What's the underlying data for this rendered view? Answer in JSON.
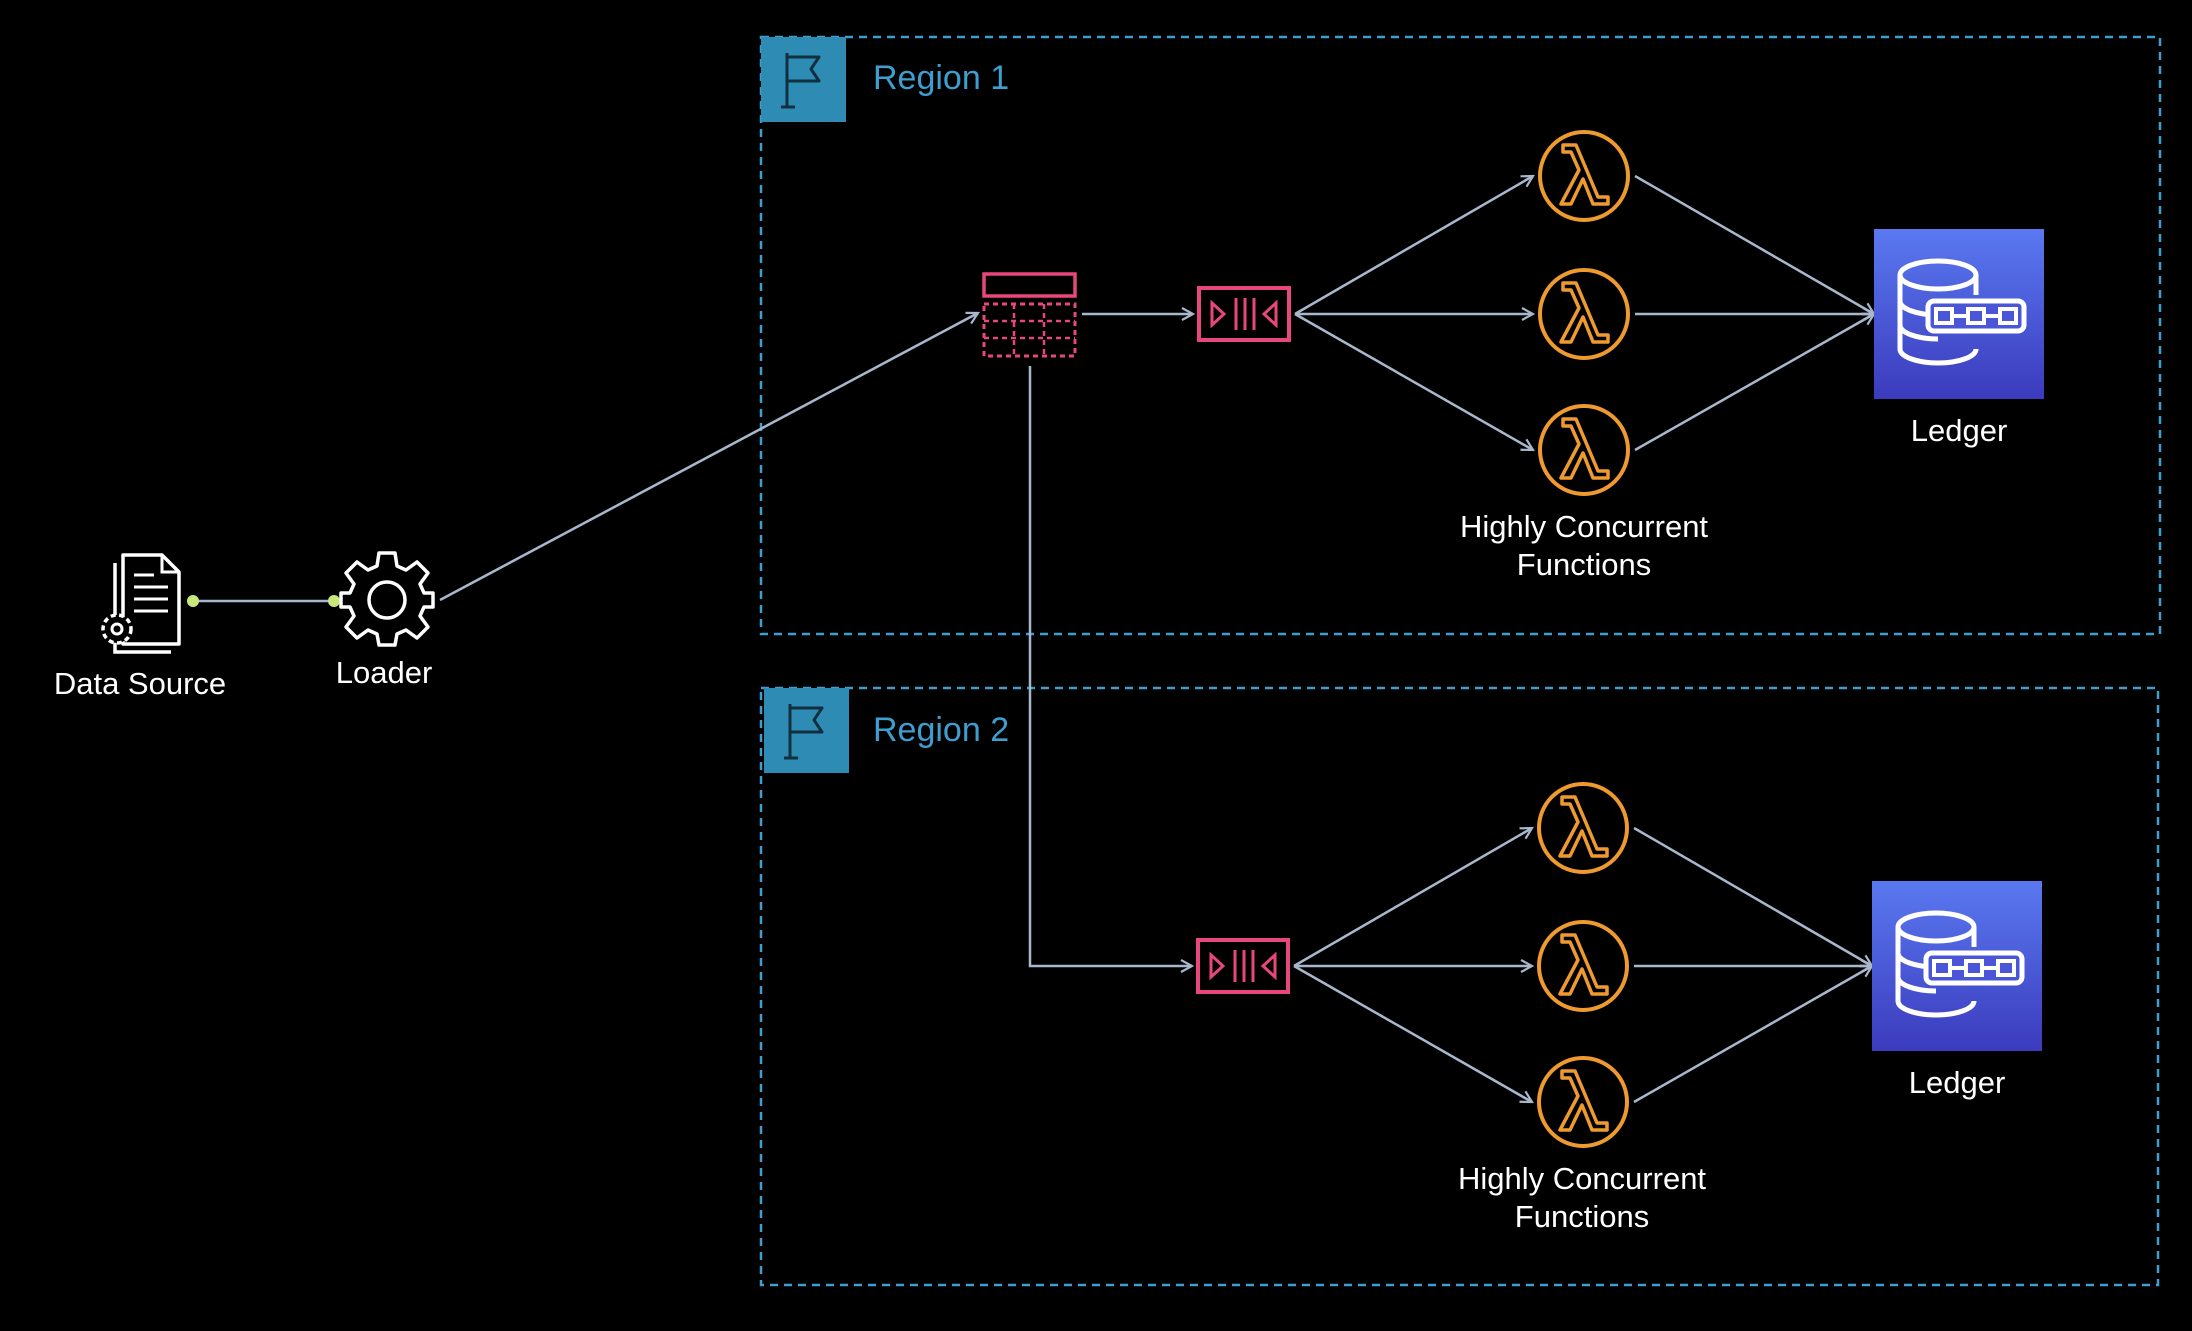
{
  "data_source": {
    "label": "Data Source",
    "icon": "document-gear-icon"
  },
  "loader": {
    "label": "Loader",
    "icon": "gear-icon"
  },
  "regions": [
    {
      "title": "Region 1",
      "functions_label_line1": "Highly Concurrent",
      "functions_label_line2": "Functions",
      "ledger_label": "Ledger"
    },
    {
      "title": "Region 2",
      "functions_label_line1": "Highly Concurrent",
      "functions_label_line2": "Functions",
      "ledger_label": "Ledger"
    }
  ],
  "colors": {
    "background": "#000000",
    "region_border": "#3f9ed0",
    "region_title": "#3f9ed0",
    "region_flag_bg": "#2e8bb4",
    "connector": "#a9b7cc",
    "connector_dot": "#c8e87a",
    "stream_queue": "#e7477b",
    "lambda": "#ef9a2f",
    "ledger_gradient_top": "#5a79f0",
    "ledger_gradient_bottom": "#3b3bbd",
    "label": "#ffffff"
  }
}
